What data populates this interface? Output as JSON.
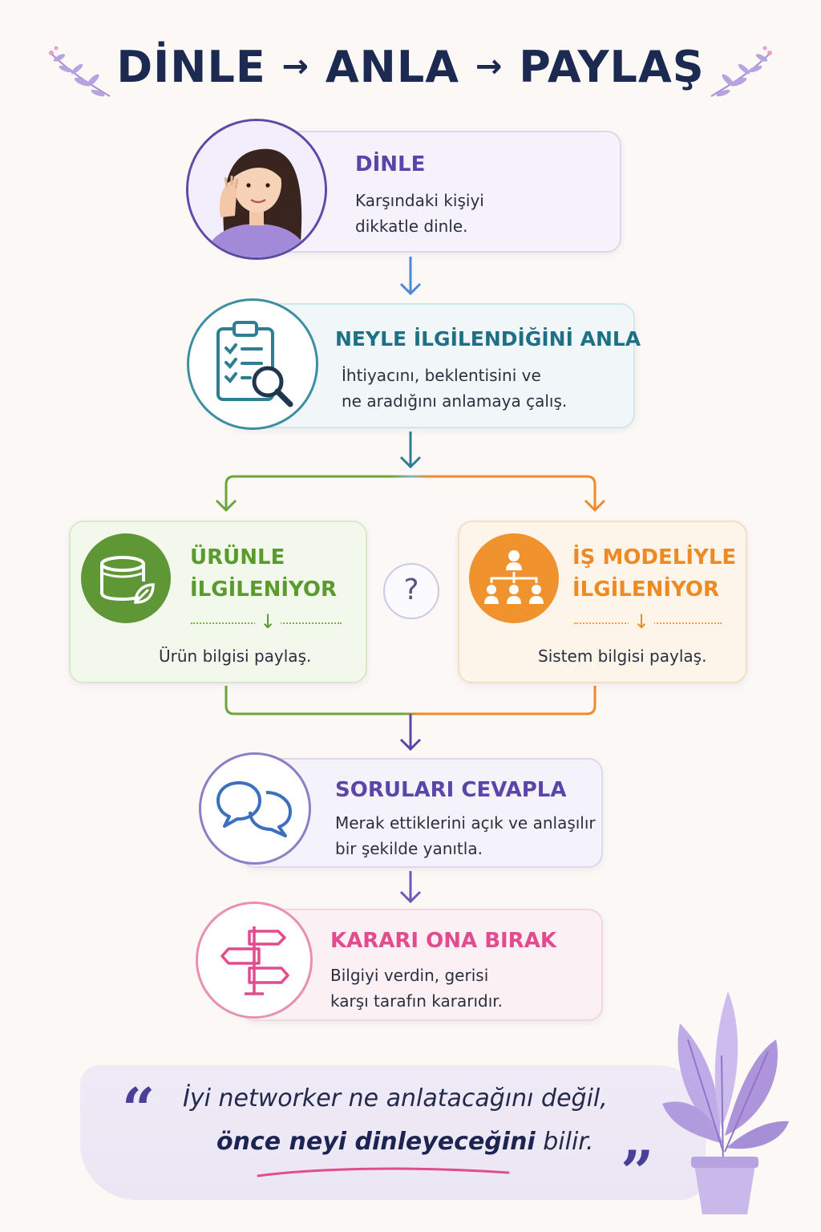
{
  "title": {
    "word1": "DİNLE",
    "arrow1": "→",
    "word2": "ANLA",
    "arrow2": "→",
    "word3": "PAYLAŞ"
  },
  "steps": {
    "listen": {
      "heading": "DİNLE",
      "body": "Karşındaki kişiyi\ndikkatle dinle."
    },
    "understand": {
      "heading": "NEYLE İLGİLENDİĞİNİ ANLA",
      "body": "İhtiyacını, beklentisini ve\nne aradığını anlamaya çalış."
    },
    "product": {
      "heading": "ÜRÜNLE\nİLGİLENİYOR",
      "arrow": "↓",
      "body": "Ürün bilgisi paylaş."
    },
    "question_mark": "?",
    "business": {
      "heading": "İŞ MODELİYLE\nİLGİLENİYOR",
      "arrow": "↓",
      "body": "Sistem bilgisi paylaş."
    },
    "answer": {
      "heading": "SORULARI CEVAPLA",
      "body": "Merak ettiklerini açık ve anlaşılır\nbir şekilde yanıtla."
    },
    "decide": {
      "heading": "KARARI ONA BIRAK",
      "body": "Bilgiyi verdin, gerisi\nkarşı tarafın kararıdır."
    }
  },
  "quote": {
    "open_mark": "“",
    "line1": "İyi networker ne anlatacağını değil,",
    "line2_bold": "önce neyi dinleyeceğini",
    "line2_rest": " bilir.",
    "close_mark": "”"
  },
  "colors": {
    "listen": "#5a46a8",
    "understand": "#1f6f85",
    "product": "#5b9a2e",
    "business": "#ee8a23",
    "answer": "#5a46a8",
    "decide": "#e24c8e"
  },
  "icons": {
    "listen": "woman-listening-icon",
    "understand": "clipboard-magnifier-icon",
    "product": "product-jar-leaf-icon",
    "business": "org-chart-people-icon",
    "answer": "speech-bubbles-icon",
    "decide": "signpost-icon"
  }
}
